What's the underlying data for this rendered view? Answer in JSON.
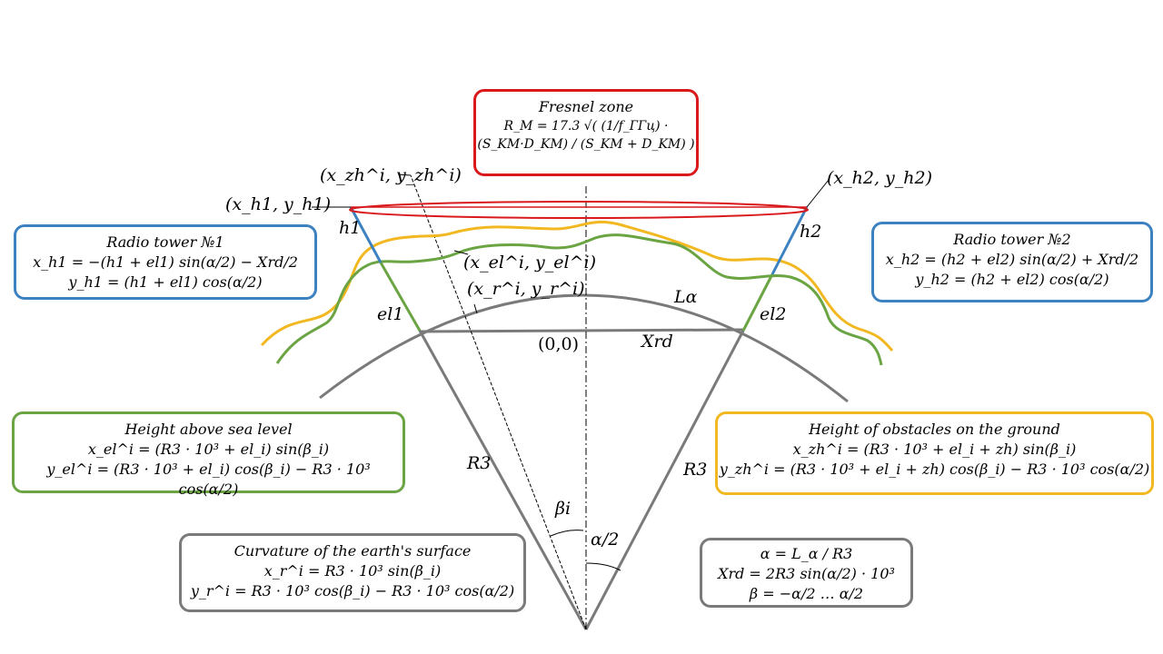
{
  "colors": {
    "red": "#d9191c",
    "blue": "#3d82c0",
    "green": "#6aa443",
    "yellow": "#f2b821",
    "gray": "#7a7a7a"
  },
  "fresnel": {
    "title": "Fresnel zone",
    "formula": "R_M = 17.3 √( (1/f_ГГц) · (S_KM·D_KM) / (S_KM + D_KM) )"
  },
  "tower1": {
    "title": "Radio tower №1",
    "lines": [
      "x_h1 = −(h1 + el1) sin(α/2) − Xrd/2",
      "y_h1 = (h1 + el1) cos(α/2)"
    ]
  },
  "tower2": {
    "title": "Radio tower №2",
    "lines": [
      "x_h2 = (h2 + el2) sin(α/2) + Xrd/2",
      "y_h2 = (h2 + el2) cos(α/2)"
    ]
  },
  "sea": {
    "title": "Height above sea level",
    "lines": [
      "x_el^i = (R3 · 10³ + el_i) sin(β_i)",
      "y_el^i = (R3 · 10³ + el_i) cos(β_i) − R3 · 10³ cos(α/2)"
    ]
  },
  "obstacles": {
    "title": "Height of obstacles on the ground",
    "lines": [
      "x_zh^i = (R3 · 10³ + el_i + zh) sin(β_i)",
      "y_zh^i = (R3 · 10³ + el_i + zh) cos(β_i) − R3 · 10³ cos(α/2)"
    ]
  },
  "curvature": {
    "title": "Curvature of the earth's surface",
    "lines": [
      "x_r^i = R3 · 10³ sin(β_i)",
      "y_r^i = R3 · 10³ cos(β_i) − R3 · 10³ cos(α/2)"
    ]
  },
  "defs": {
    "lines": [
      "α = L_α / R3",
      "Xrd = 2R3 sin(α/2) · 10³",
      "β = −α/2 … α/2"
    ]
  },
  "labels": {
    "xh1": "(x_h1, y_h1)",
    "xh2": "(x_h2, y_h2)",
    "xzh": "(x_zh^i, y_zh^i)",
    "xel": "(x_el^i, y_el^i)",
    "xr": "(x_r^i, y_r^i)",
    "h1": "h1",
    "h2": "h2",
    "el1": "el1",
    "el2": "el2",
    "La": "Lα",
    "origin": "(0,0)",
    "xrd": "Xrd",
    "r3left": "R3",
    "r3right": "R3",
    "beta": "βi",
    "alpha": "α/2"
  }
}
